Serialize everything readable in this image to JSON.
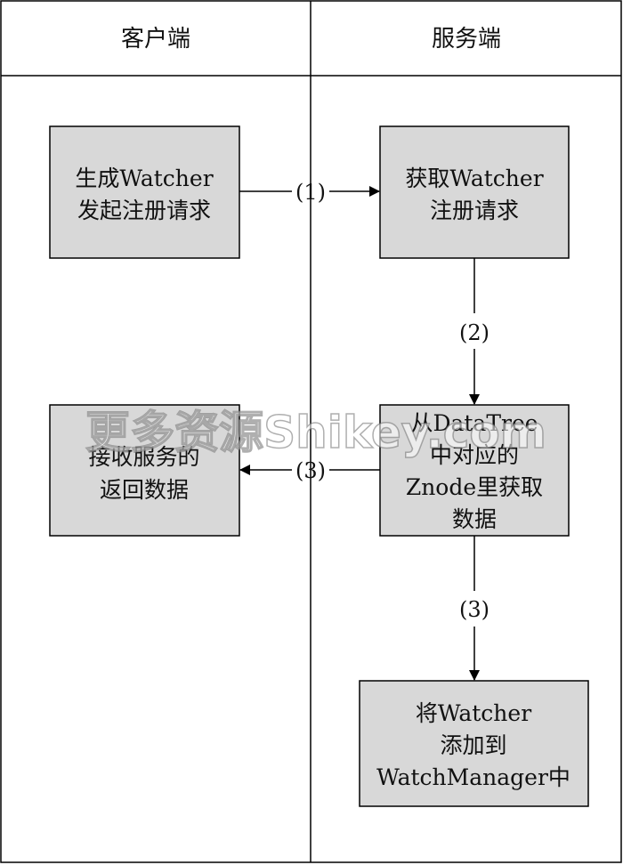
{
  "lanes": {
    "client": "客户端",
    "server": "服务端"
  },
  "boxes": {
    "client_gen": [
      "生成Watcher",
      "发起注册请求"
    ],
    "server_get": [
      "获取Watcher",
      "注册请求"
    ],
    "server_data": [
      "从DataTree",
      "中对应的",
      "Znode里获取",
      "数据"
    ],
    "client_recv": [
      "接收服务的",
      "返回数据"
    ],
    "server_add": [
      "将Watcher",
      "添加到",
      "WatchManager中"
    ]
  },
  "edges": {
    "e1": "(1)",
    "e2": "(2)",
    "e3a": "(3)",
    "e3b": "(3)"
  },
  "watermark": "更多资源Shikey.com",
  "colors": {
    "box_fill": "#d8d8d8",
    "stroke": "#000000",
    "background": "#ffffff"
  }
}
